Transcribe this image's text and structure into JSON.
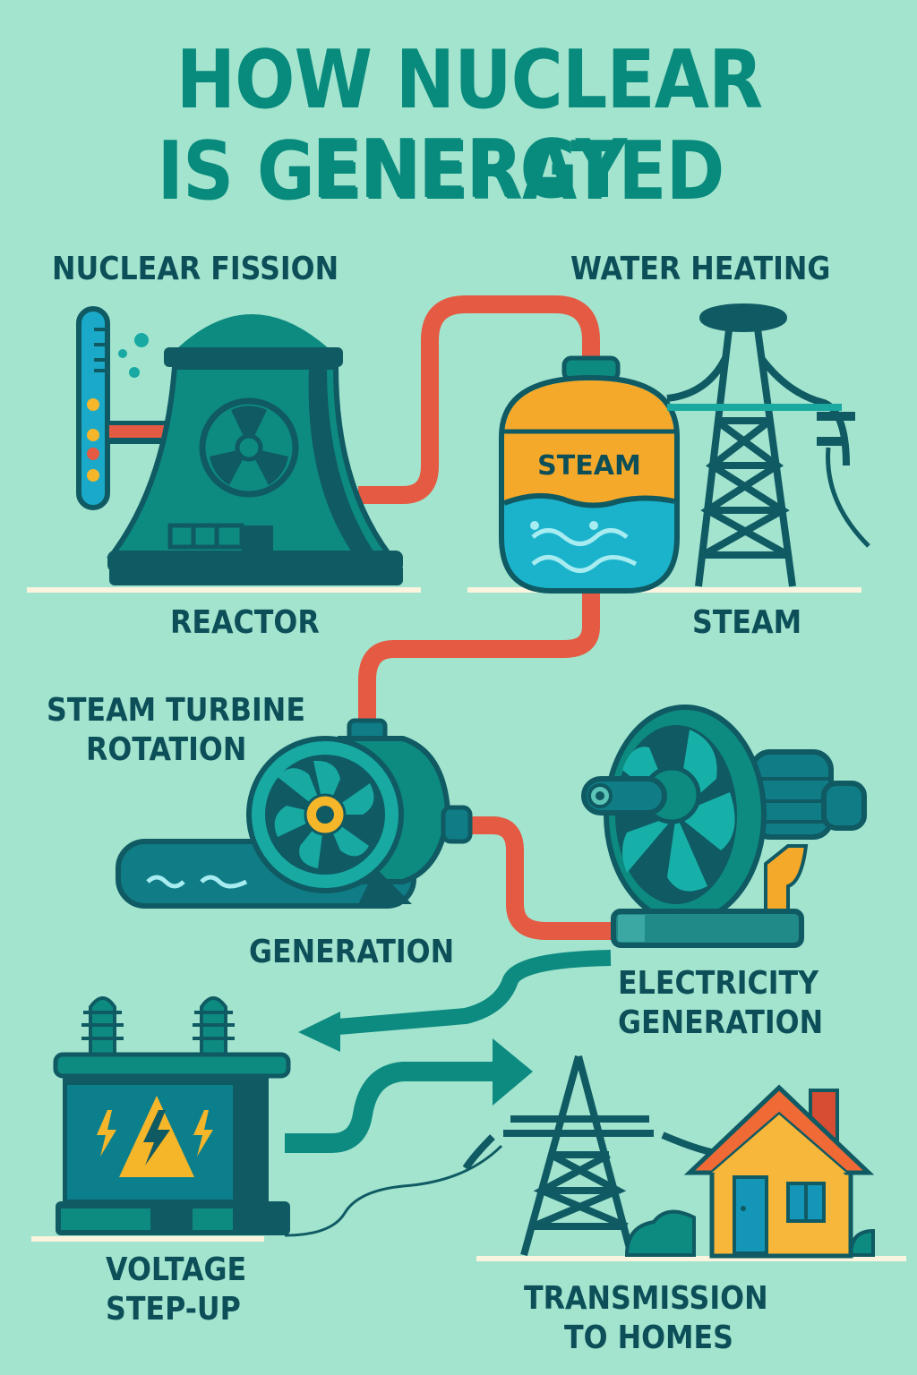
{
  "title": {
    "line1": "HOW NUCLEAR ENERGY",
    "line2": "IS GENERATED"
  },
  "colors": {
    "background": "#a3e4cf",
    "title": "#088a7c",
    "label": "#0c4f58",
    "dark_teal": "#0f5a63",
    "teal": "#0d8b80",
    "pipe_red": "#e45a42",
    "yellow": "#f5b62a",
    "water_blue": "#1bb3cc",
    "ground": "#fbf4df"
  },
  "steps": [
    {
      "id": "nuclear-fission",
      "label": "NUCLEAR FISSION",
      "icon": "reactor-icon"
    },
    {
      "id": "reactor",
      "label": "REACTOR"
    },
    {
      "id": "water-heating",
      "label": "WATER HEATING",
      "icon": "steam-tank-icon"
    },
    {
      "id": "steam",
      "label": "STEAM"
    },
    {
      "id": "steam-turbine",
      "label_line1": "STEAM TURBINE",
      "label_line2": "ROTATION",
      "icon": "turbine-icon"
    },
    {
      "id": "generation",
      "label": "GENERATION"
    },
    {
      "id": "electricity-generation",
      "label_line1": "ELECTRICITY",
      "label_line2": "GENERATION",
      "icon": "generator-icon"
    },
    {
      "id": "voltage-step-up",
      "label_line1": "VOLTAGE",
      "label_line2": "STEP-UP",
      "icon": "transformer-icon"
    },
    {
      "id": "transmission",
      "label_line1": "TRANSMISSION",
      "label_line2": "TO HOMES",
      "icon": "house-icon"
    }
  ],
  "tank_label": "STEAM"
}
